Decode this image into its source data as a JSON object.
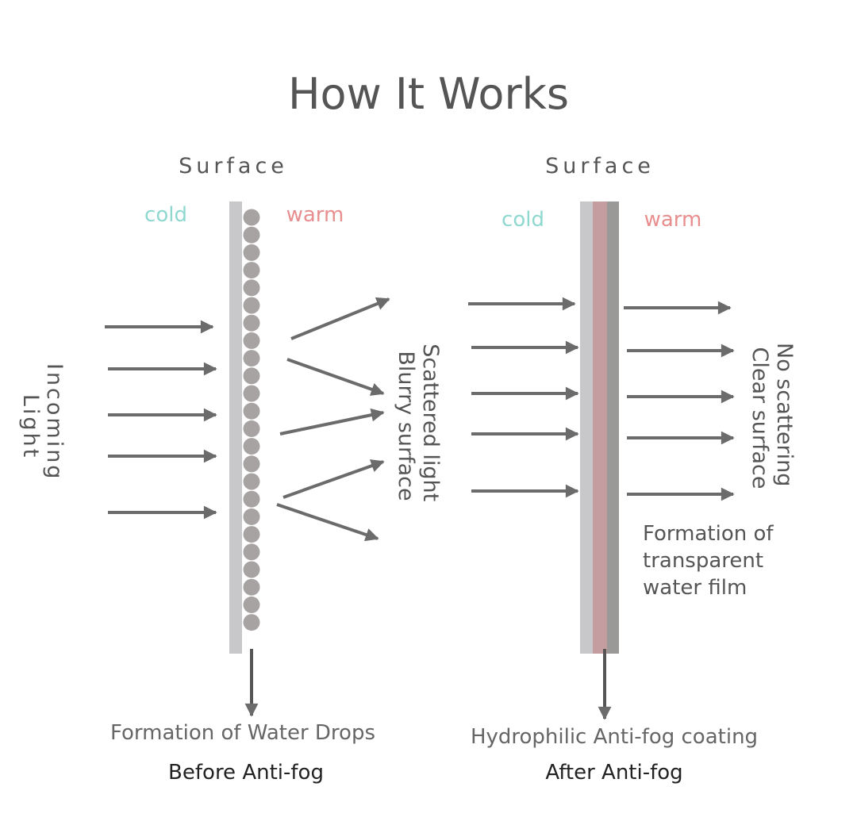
{
  "title": "How It Works",
  "before": {
    "surface_label": "Surface",
    "cold_label": "cold",
    "warm_label": "warm",
    "incoming_lines": [
      "Incoming",
      "Light"
    ],
    "outgoing_lines": [
      "Scattered light",
      "Blurry surface"
    ],
    "caption": "Formation of Water Drops",
    "subtitle": "Before Anti-fog"
  },
  "after": {
    "surface_label": "Surface",
    "cold_label": "cold",
    "warm_label": "warm",
    "outgoing_lines": [
      "No scattering",
      "Clear surface"
    ],
    "film_note_lines": [
      "Formation of",
      "transparent",
      "water film"
    ],
    "caption": "Hydrophilic Anti-fog coating",
    "subtitle": "After Anti-fog"
  },
  "colors": {
    "arrow": "#6b6b6b",
    "surface": "#c8c7c9",
    "droplet": "#a7a3a3",
    "film": "#c49da1",
    "film_edge": "#9b9898",
    "cold": "#8fd8d0",
    "warm": "#e88e8e"
  }
}
